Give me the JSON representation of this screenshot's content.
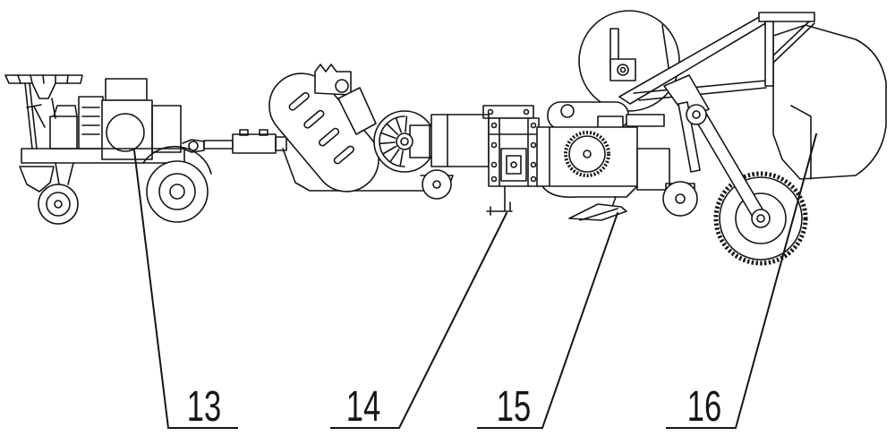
{
  "callouts": [
    {
      "label": "13"
    },
    {
      "label": "14"
    },
    {
      "label": "15"
    },
    {
      "label": "16"
    }
  ]
}
